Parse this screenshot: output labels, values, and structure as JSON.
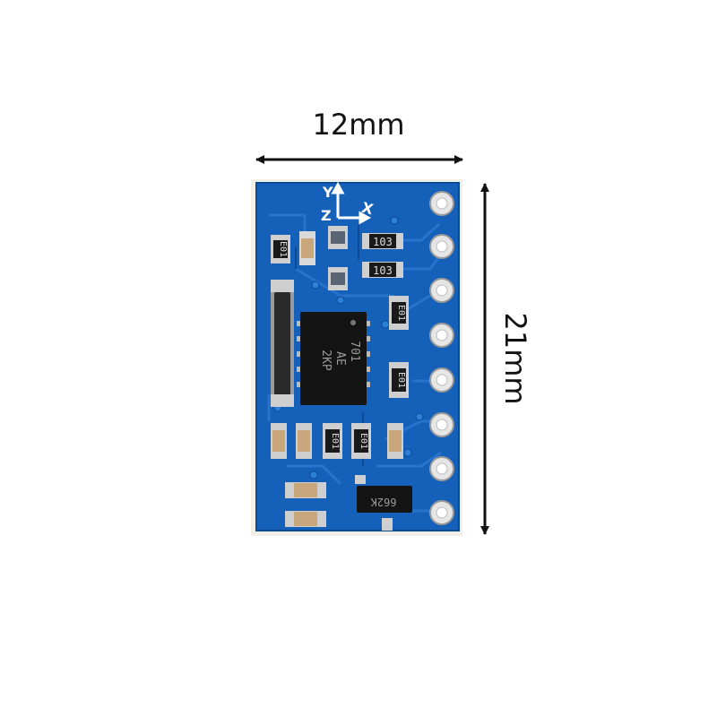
{
  "dimensions": {
    "width_label": "12mm",
    "height_label": "21mm"
  },
  "board": {
    "axis_labels": {
      "y": "Y",
      "x": "X",
      "z": "Z"
    },
    "chip_marking": [
      "701",
      "AE",
      "2KP"
    ],
    "resistor_labels": [
      "103",
      "103"
    ],
    "small_labels": [
      "E01",
      "E01",
      "E01",
      "E01",
      "E01"
    ],
    "transistor_label": "662K",
    "pin_count": 8
  },
  "colors": {
    "pcb_blue": "#1560b8",
    "pcb_dark": "#0d4f9e",
    "chip": "#141414",
    "pad_silver": "#d8d8d8",
    "arrow": "#111111"
  }
}
